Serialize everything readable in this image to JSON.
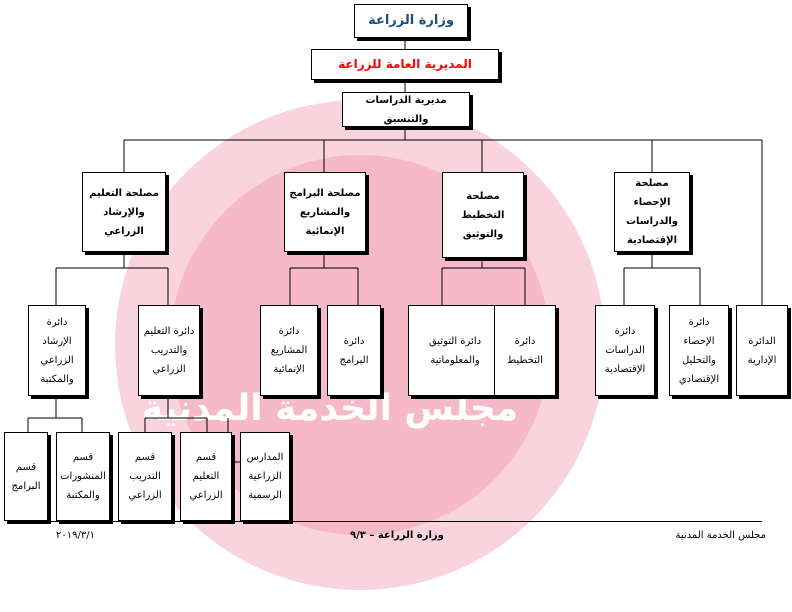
{
  "ministry": "وزارة الزراعة",
  "directorate": "المديرية العامة للزراعة",
  "studies": "مديرية الدراسات والتنسيق",
  "departments": {
    "education": "مصلحة التعليم\nوالإرشاد الزراعي",
    "programs": "مصلحة البرامج\nوالمشاريع\nالإنمائية",
    "planning": "مصلحة التخطيط\nوالتوثيق",
    "statistics": "مصلحة الإحصاء\nوالدراسات\nالإقتصادية"
  },
  "circles": {
    "guidance": "دائرة الإرشاد\nالزراعي\nوالمكتبة",
    "training": "دائرة التعليم\nوالتدريب\nالزراعي",
    "projects": "دائرة\nالمشاريع\nالإنمائية",
    "programs": "دائرة\nالبرامج",
    "documentation": "دائرة التوثيق\nوالمعلوماتية",
    "planning": "دائرة\nالتخطيط",
    "econ_studies": "دائرة\nالدراسات\nالإقتصادية",
    "econ_analysis": "دائرة\nالإحصاء\nوالتحليل\nالإقتصادي",
    "admin": "الدائرة\nالإدارية"
  },
  "sections": {
    "programs": "قسم\nالبرامج",
    "publications": "قسم\nالمنشورات\nوالمكتبة",
    "training": "قسم\nالتدريب\nالزراعي",
    "education": "قسم\nالتعليم\nالزراعي",
    "schools": "المدارس\nالزراعية\nالرسمية"
  },
  "footer": {
    "right": "مجلس الخدمة المدنية",
    "center": "وزارة الزراعة – ٩/٣",
    "left": "٢٠١٩/٣/١"
  },
  "watermark": {
    "line1": "مجلس الخدمة المدنية",
    "color": "#f7c6d3"
  }
}
